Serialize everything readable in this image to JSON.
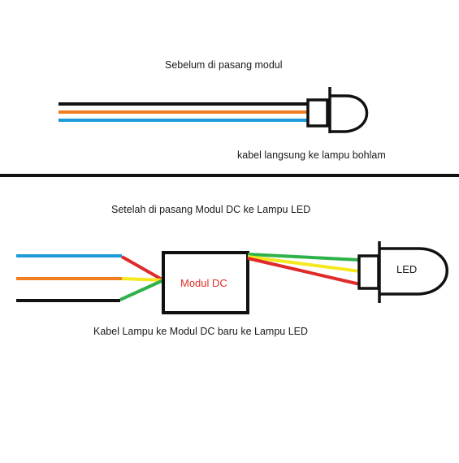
{
  "labels": {
    "before_title": "Sebelum di pasang modul",
    "before_caption": "kabel langsung ke lampu bohlam",
    "after_title": "Setelah di pasang Modul DC ke Lampu LED",
    "after_caption": "Kabel Lampu ke Modul DC baru ke Lampu LED",
    "module_label": "Modul DC",
    "led_label": "LED"
  },
  "colors": {
    "wire_black": "#111111",
    "wire_orange": "#f07e1e",
    "wire_blue": "#1e9bd8",
    "wire_red": "#e02a2a",
    "wire_yellow": "#f5e81e",
    "wire_green": "#2fb24a",
    "module_text": "#e0302a",
    "outline": "#111111"
  }
}
